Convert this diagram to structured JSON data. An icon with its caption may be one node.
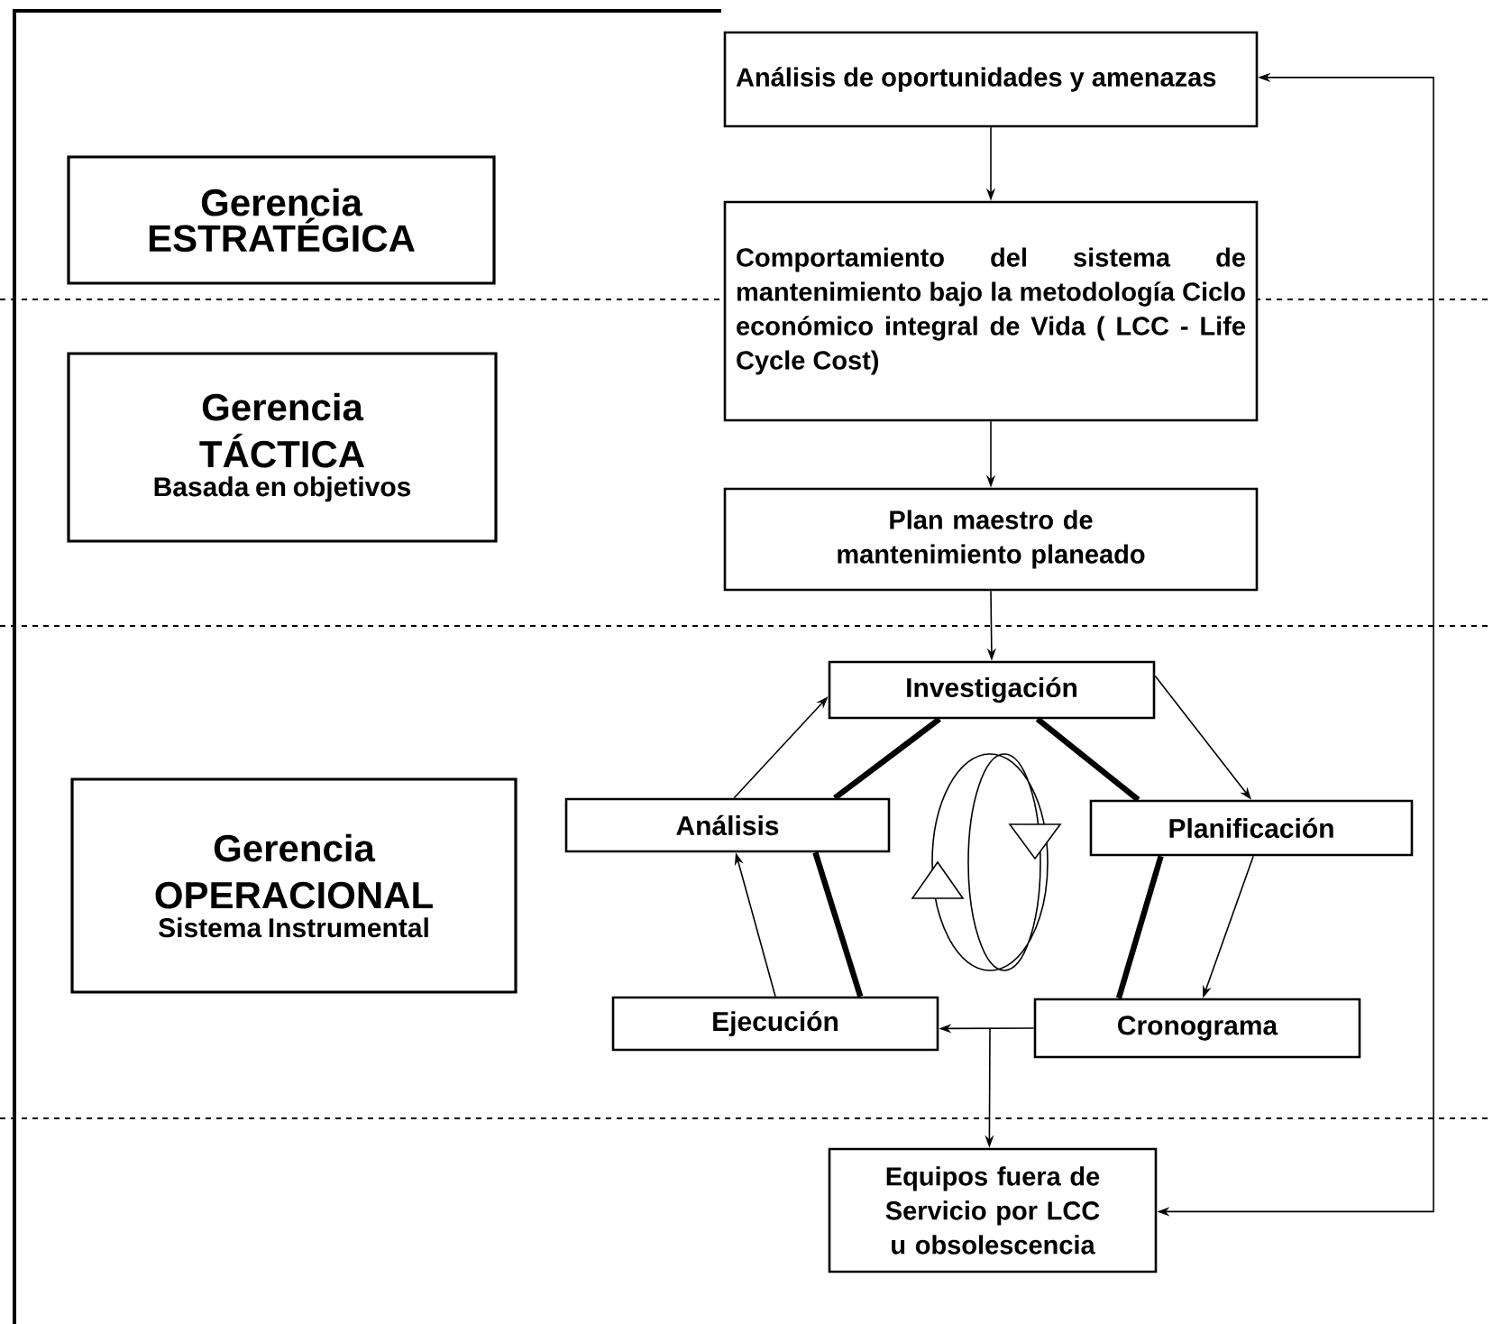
{
  "diagram": {
    "nodes": [
      {
        "text": [
          "Gerencia ESTRATÉGICA"
        ]
      },
      {
        "text": [
          "Gerencia TÁCTICA",
          "Basada en objetivos"
        ]
      },
      {
        "text": [
          "Gerencia OPERACIONAL",
          "Sistema Instrumental"
        ]
      },
      {
        "text": [
          "Análisis de oportunidades y amenazas"
        ]
      },
      {
        "text": [
          "Comportamiento del sistema de mantenimiento bajo la metodología Ciclo económico integral de Vida ( LCC - Life Cycle Cost)"
        ]
      },
      {
        "text": [
          "Plan maestro de mantenimiento planeado"
        ]
      },
      {
        "text": [
          "Investigación"
        ]
      },
      {
        "text": [
          "Análisis"
        ]
      },
      {
        "text": [
          "Planificación"
        ]
      },
      {
        "text": [
          "Ejecución"
        ]
      },
      {
        "text": [
          "Cronograma"
        ]
      },
      {
        "text": [
          "Equipos fuera de Servicio por LCC u obsolescencia"
        ]
      }
    ],
    "edges": [
      {
        "from": 3,
        "to": 4,
        "arrow": "to"
      },
      {
        "from": 4,
        "to": 5,
        "arrow": "to"
      },
      {
        "from": 5,
        "to": 6,
        "arrow": "to"
      },
      {
        "from": 6,
        "to": 8,
        "arrow": "to"
      },
      {
        "from": 8,
        "to": 10,
        "arrow": "to"
      },
      {
        "from": 10,
        "to": 9,
        "arrow": "to"
      },
      {
        "from": 9,
        "to": 7,
        "arrow": "to"
      },
      {
        "from": 7,
        "to": 6,
        "arrow": "to"
      },
      {
        "from": 6,
        "to": 7,
        "arrow": "none",
        "style": "thick"
      },
      {
        "from": 6,
        "to": 8,
        "arrow": "none",
        "style": "thick"
      },
      {
        "from": 7,
        "to": 9,
        "arrow": "none",
        "style": "thick"
      },
      {
        "from": 8,
        "to": 10,
        "arrow": "none",
        "style": "thick"
      },
      {
        "from": null,
        "to": 11,
        "arrow": "to"
      },
      {
        "from": 11,
        "to": 3,
        "arrow": "both"
      }
    ]
  }
}
